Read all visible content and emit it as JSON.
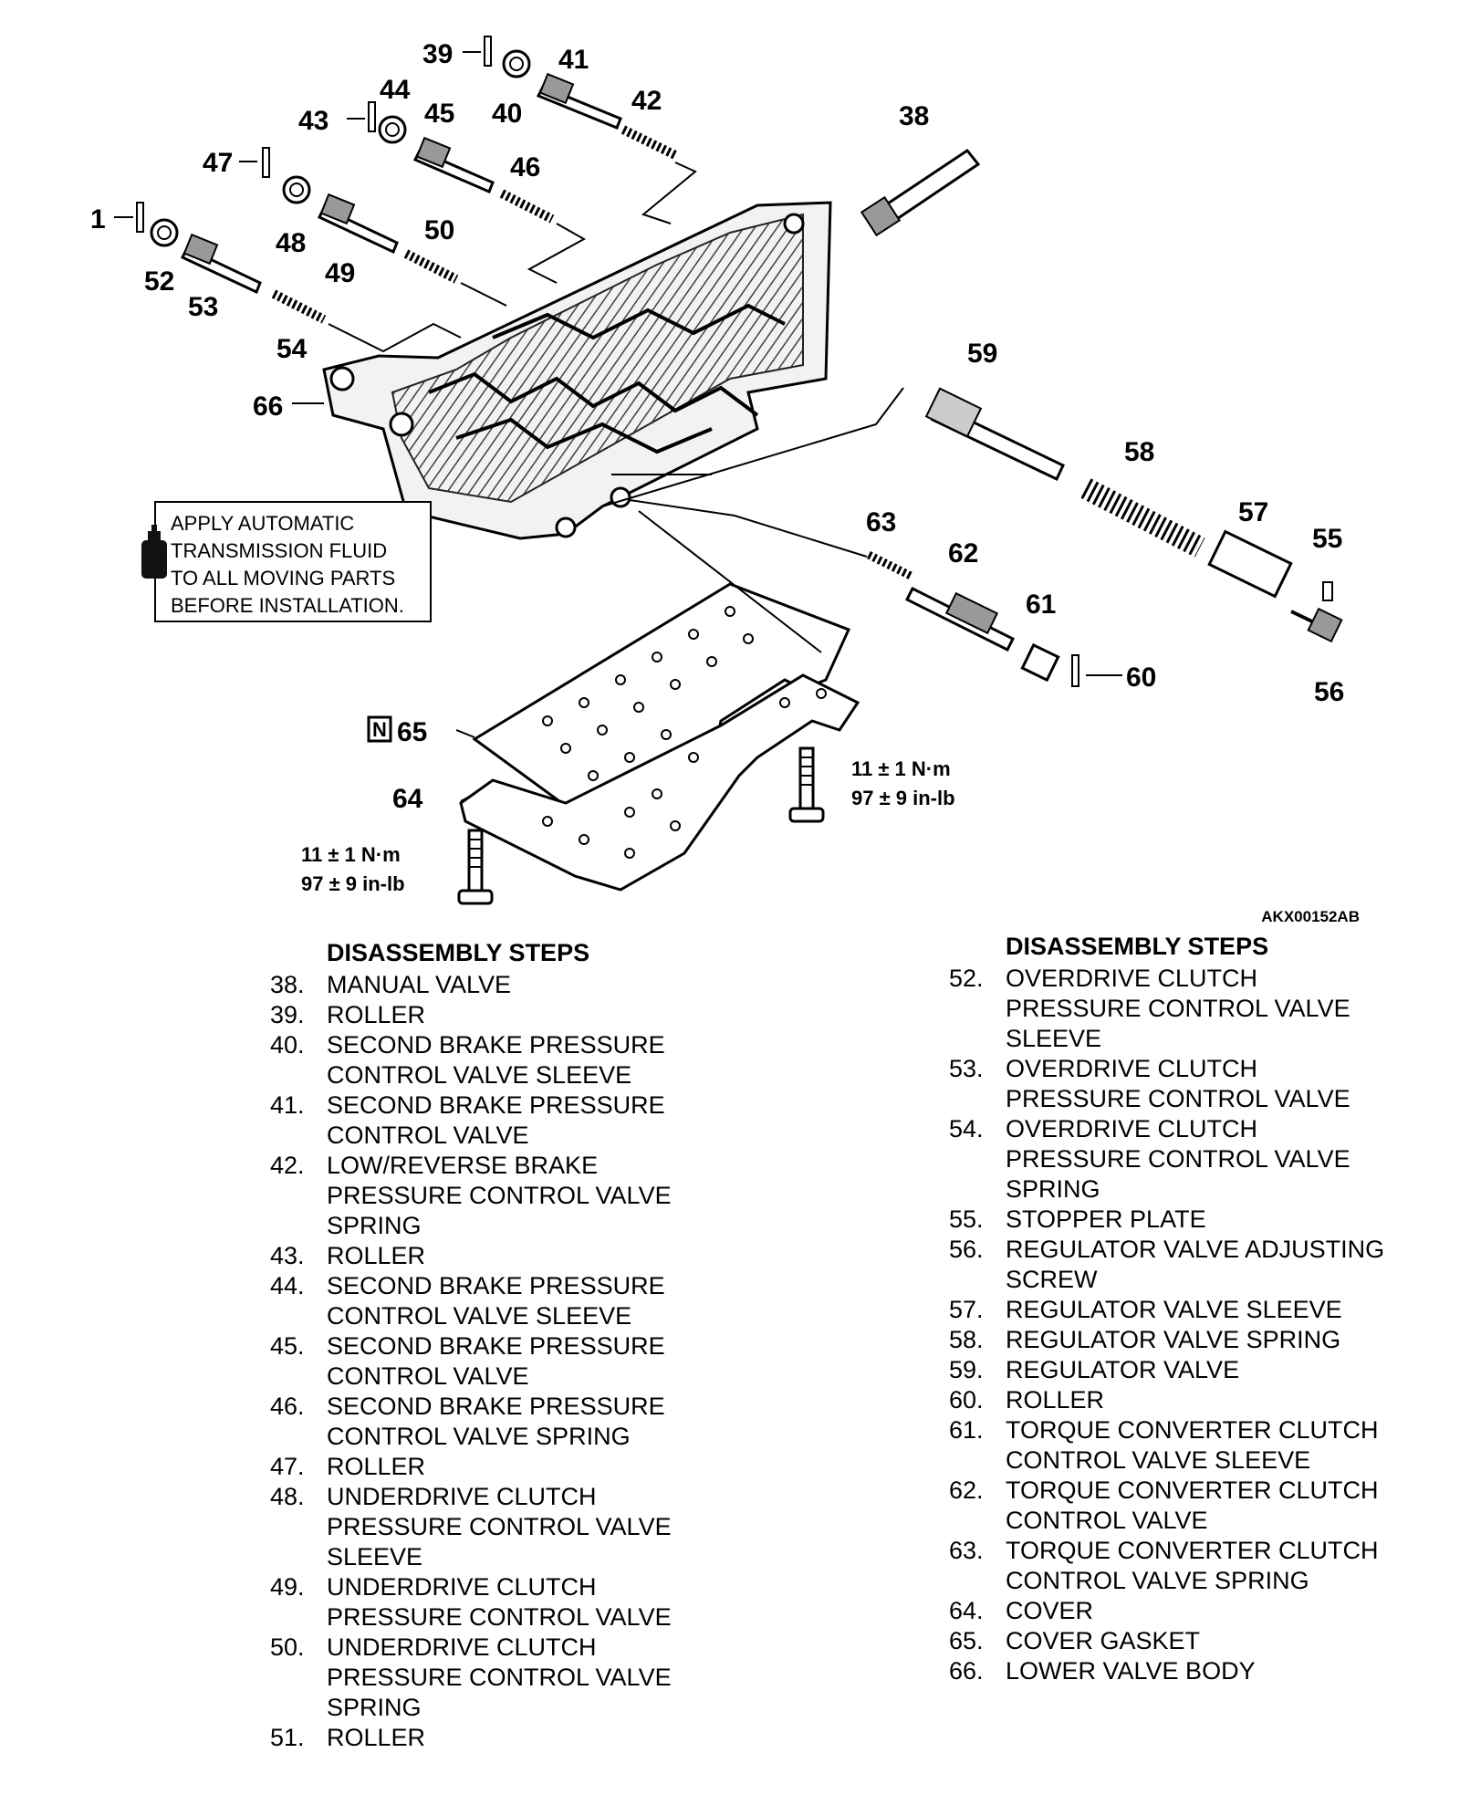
{
  "callouts": [
    {
      "id": "39",
      "text": "39"
    },
    {
      "id": "40",
      "text": "40"
    },
    {
      "id": "41",
      "text": "41"
    },
    {
      "id": "42",
      "text": "42"
    },
    {
      "id": "43",
      "text": "43"
    },
    {
      "id": "44",
      "text": "44"
    },
    {
      "id": "45",
      "text": "45"
    },
    {
      "id": "46",
      "text": "46"
    },
    {
      "id": "47",
      "text": "47"
    },
    {
      "id": "48",
      "text": "48"
    },
    {
      "id": "49",
      "text": "49"
    },
    {
      "id": "50",
      "text": "50"
    },
    {
      "id": "1",
      "text": "1"
    },
    {
      "id": "52",
      "text": "52"
    },
    {
      "id": "53",
      "text": "53"
    },
    {
      "id": "54",
      "text": "54"
    },
    {
      "id": "38",
      "text": "38"
    },
    {
      "id": "66",
      "text": "66"
    },
    {
      "id": "59",
      "text": "59"
    },
    {
      "id": "58",
      "text": "58"
    },
    {
      "id": "57",
      "text": "57"
    },
    {
      "id": "55",
      "text": "55"
    },
    {
      "id": "56",
      "text": "56"
    },
    {
      "id": "63",
      "text": "63"
    },
    {
      "id": "62",
      "text": "62"
    },
    {
      "id": "61",
      "text": "61"
    },
    {
      "id": "60",
      "text": "60"
    },
    {
      "id": "65",
      "text": "65"
    },
    {
      "id": "64",
      "text": "64"
    }
  ],
  "note": {
    "lines": [
      "APPLY AUTOMATIC",
      "TRANSMISSION FLUID",
      "TO ALL MOVING PARTS",
      "BEFORE INSTALLATION."
    ]
  },
  "torque_right": {
    "line1": "11 ± 1 N·m",
    "line2": "97 ± 9 in-lb"
  },
  "torque_left": {
    "line1": "11 ± 1 N·m",
    "line2": "97 ± 9 in-lb"
  },
  "new_part_mark": "N",
  "figure_code": "AKX00152AB",
  "left_steps": {
    "heading": "DISASSEMBLY STEPS",
    "items": [
      {
        "num": "38.",
        "text": "MANUAL VALVE"
      },
      {
        "num": "39.",
        "text": "ROLLER"
      },
      {
        "num": "40.",
        "text": "SECOND BRAKE PRESSURE CONTROL VALVE SLEEVE"
      },
      {
        "num": "41.",
        "text": "SECOND BRAKE PRESSURE CONTROL VALVE"
      },
      {
        "num": "42.",
        "text": "LOW/REVERSE BRAKE PRESSURE CONTROL VALVE SPRING"
      },
      {
        "num": "43.",
        "text": "ROLLER"
      },
      {
        "num": "44.",
        "text": "SECOND BRAKE PRESSURE CONTROL VALVE SLEEVE"
      },
      {
        "num": "45.",
        "text": "SECOND BRAKE PRESSURE CONTROL VALVE"
      },
      {
        "num": "46.",
        "text": "SECOND BRAKE PRESSURE CONTROL VALVE SPRING"
      },
      {
        "num": "47.",
        "text": "ROLLER"
      },
      {
        "num": "48.",
        "text": "UNDERDRIVE CLUTCH PRESSURE CONTROL VALVE SLEEVE"
      },
      {
        "num": "49.",
        "text": "UNDERDRIVE CLUTCH PRESSURE CONTROL VALVE"
      },
      {
        "num": "50.",
        "text": "UNDERDRIVE CLUTCH PRESSURE CONTROL VALVE SPRING"
      },
      {
        "num": "51.",
        "text": "ROLLER"
      }
    ]
  },
  "right_steps": {
    "heading": "DISASSEMBLY STEPS",
    "items": [
      {
        "num": "52.",
        "text": "OVERDRIVE CLUTCH PRESSURE CONTROL VALVE SLEEVE"
      },
      {
        "num": "53.",
        "text": "OVERDRIVE CLUTCH PRESSURE CONTROL VALVE"
      },
      {
        "num": "54.",
        "text": "OVERDRIVE CLUTCH PRESSURE CONTROL VALVE SPRING"
      },
      {
        "num": "55.",
        "text": "STOPPER PLATE"
      },
      {
        "num": "56.",
        "text": "REGULATOR VALVE ADJUSTING SCREW"
      },
      {
        "num": "57.",
        "text": "REGULATOR VALVE SLEEVE"
      },
      {
        "num": "58.",
        "text": "REGULATOR VALVE SPRING"
      },
      {
        "num": "59.",
        "text": "REGULATOR VALVE"
      },
      {
        "num": "60.",
        "text": "ROLLER"
      },
      {
        "num": "61.",
        "text": "TORQUE CONVERTER CLUTCH CONTROL VALVE SLEEVE"
      },
      {
        "num": "62.",
        "text": "TORQUE CONVERTER CLUTCH CONTROL VALVE"
      },
      {
        "num": "63.",
        "text": "TORQUE CONVERTER CLUTCH CONTROL VALVE SPRING"
      },
      {
        "num": "64.",
        "text": "COVER"
      },
      {
        "num": "65.",
        "text": "COVER GASKET"
      },
      {
        "num": "66.",
        "text": "LOWER VALVE BODY"
      }
    ]
  }
}
